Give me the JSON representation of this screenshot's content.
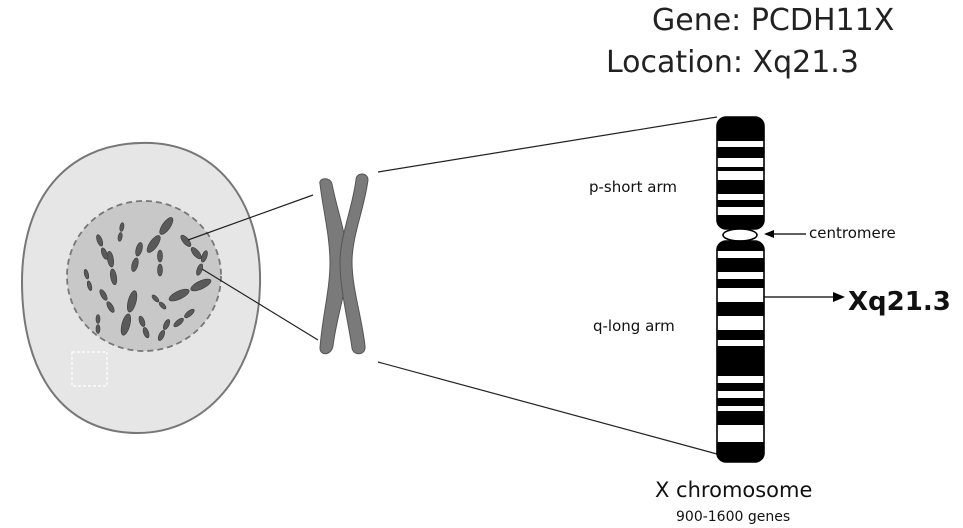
{
  "header": {
    "gene": "Gene: PCDH11X",
    "location": "Location: Xq21.3"
  },
  "chromosome": {
    "title": "X chromosome",
    "gene_count": "900-1600 genes",
    "p_arm_label": "p-short arm",
    "q_arm_label": "q-long arm",
    "centromere_label": "centromere",
    "highlighted_band": "Xq21.3"
  },
  "colors": {
    "cell_fill": "#e6e6e6",
    "nucleus_fill": "#c8c8c8",
    "chromosome_gray": "#7a7a7a",
    "band_black": "#000000",
    "band_white": "#ffffff"
  }
}
